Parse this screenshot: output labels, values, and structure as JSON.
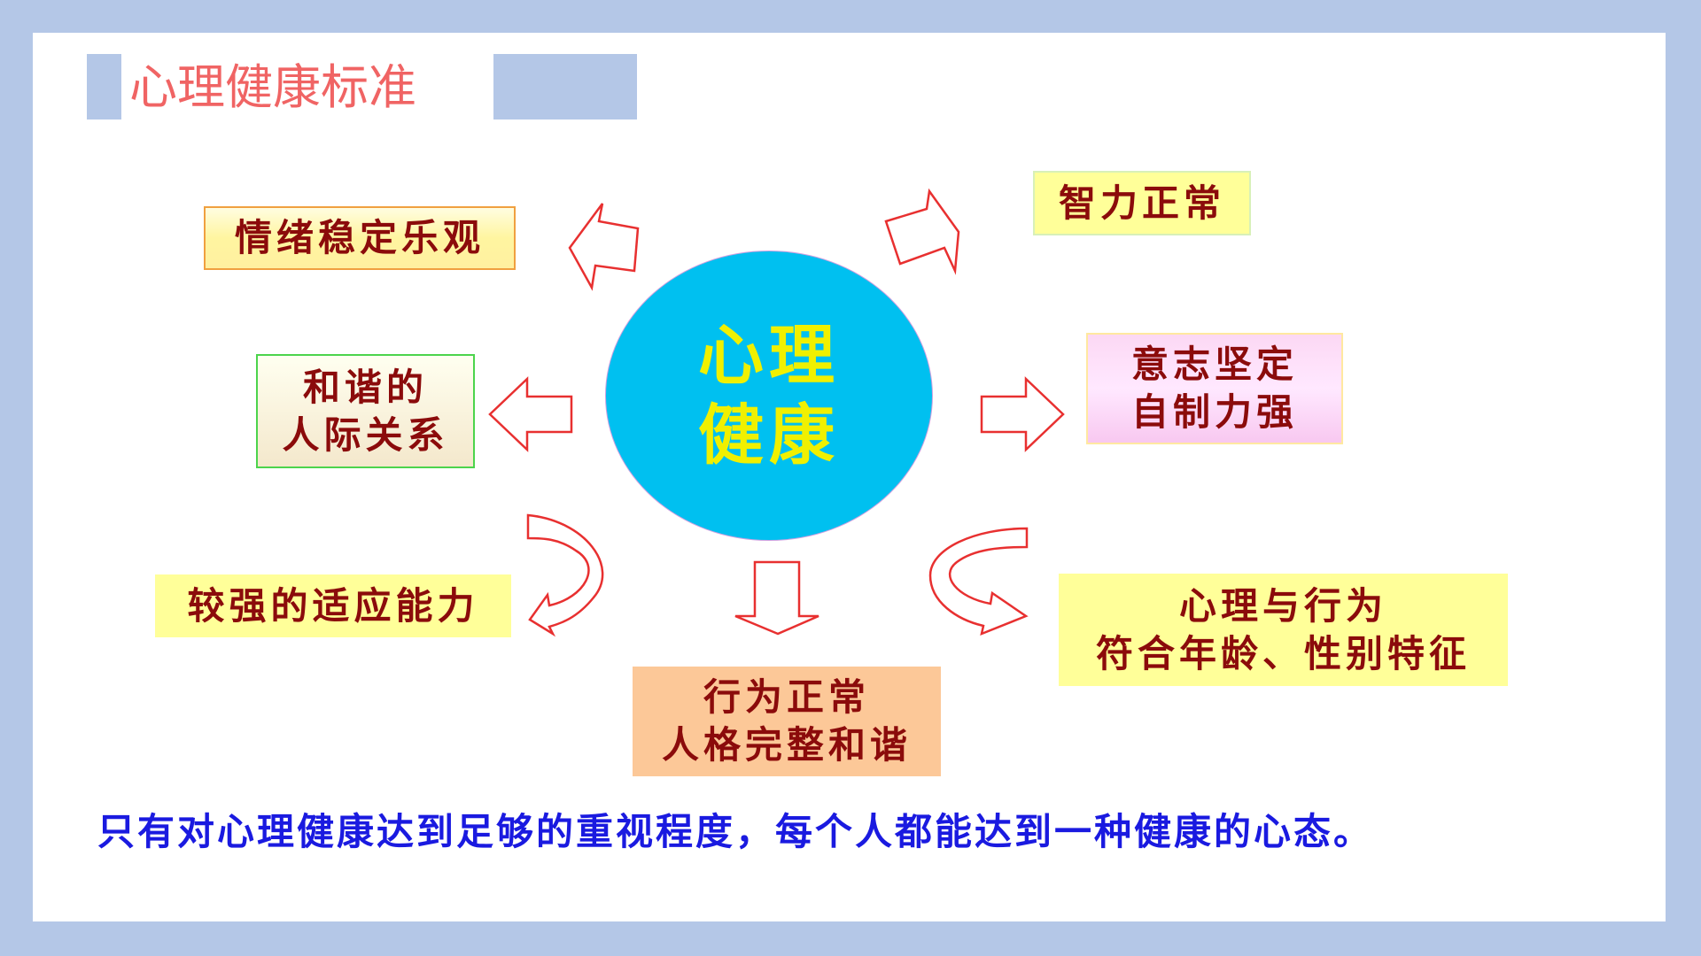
{
  "title": "心理健康标准",
  "center": {
    "line1": "心理",
    "line2": "健康"
  },
  "items": {
    "emotion": "情绪稳定乐观",
    "intelligence": "智力正常",
    "relations": {
      "line1": "和谐的",
      "line2": "人际关系"
    },
    "will": {
      "line1": "意志坚定",
      "line2": "自制力强"
    },
    "adapt": "较强的适应能力",
    "age": {
      "line1": "心理与行为",
      "line2": "符合年龄、性别特征"
    },
    "behavior": {
      "line1": "行为正常",
      "line2": "人格完整和谐"
    }
  },
  "footer": "只有对心理健康达到足够的重视程度，每个人都能达到一种健康的心态。",
  "colors": {
    "background": "#b4c7e7",
    "circle": "#00c0f0",
    "title": "#f06464",
    "arrow": "#e83030",
    "footer": "#1a1ae0"
  }
}
